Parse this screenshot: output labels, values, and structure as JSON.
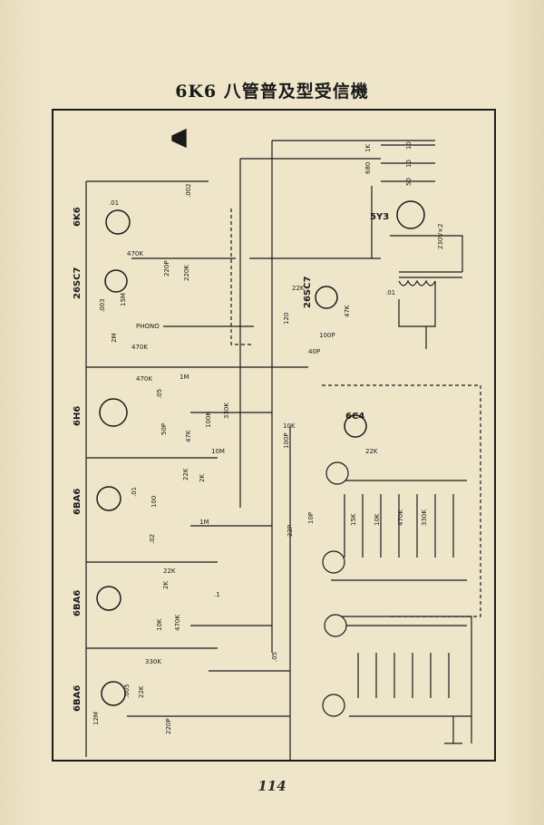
{
  "title": "6K6 八管普及型受信機",
  "page_number": "114",
  "tubes": {
    "t6k6": "6K6",
    "t26c7": "26SC7",
    "t26c7_b": "26SC7",
    "t6h6": "6H6",
    "t6ba6_1": "6BA6",
    "t6ba6_2": "6BA6",
    "t6ba6_3": "6BA6",
    "t6c4": "6C4",
    "t5y3": "5Y3"
  },
  "labels": {
    "r1k": "1K",
    "r680": "680",
    "c10a": "10",
    "c10b": "10",
    "c50": "50",
    "c002": ".002",
    "c01": ".01",
    "r470k": "470K",
    "r220k": "220K",
    "c220p": "220P",
    "r15m": "15M",
    "c003": ".003",
    "r2m": "2M",
    "phono": "PHONO",
    "r470k2": "470K",
    "r470k3": "470K",
    "r1m": "1M",
    "c05": ".05",
    "r330k": "330K",
    "r100k": "100K",
    "c50p": "50P",
    "r47k": "47K",
    "r10m": "10M",
    "r22k": "22K",
    "r2k2": "2K",
    "r22k2": "22K",
    "r100": "100",
    "r1m2": "1M",
    "c02": ".02",
    "c22p": "22P",
    "r10k": "10K",
    "c100p": "100P",
    "r22k3": "22K",
    "r2k": "2K",
    "r1": ".1",
    "r470k4": "470K",
    "r10k2": "10K",
    "r330k2": "330K",
    "r22k4": "22K",
    "r12m": "12M",
    "c005": ".005",
    "c220p2": "220P",
    "c40p": "40P",
    "c100p2": "100P",
    "r120": "120",
    "r47k2": "47K",
    "c01b": ".01",
    "v230": "230V×2",
    "r15k": "15K",
    "r10k3": "10K",
    "r470k5": "470K",
    "r330k3": "330K",
    "r22k5": "22K",
    "c10p": "10P",
    "c05b": ".05"
  }
}
